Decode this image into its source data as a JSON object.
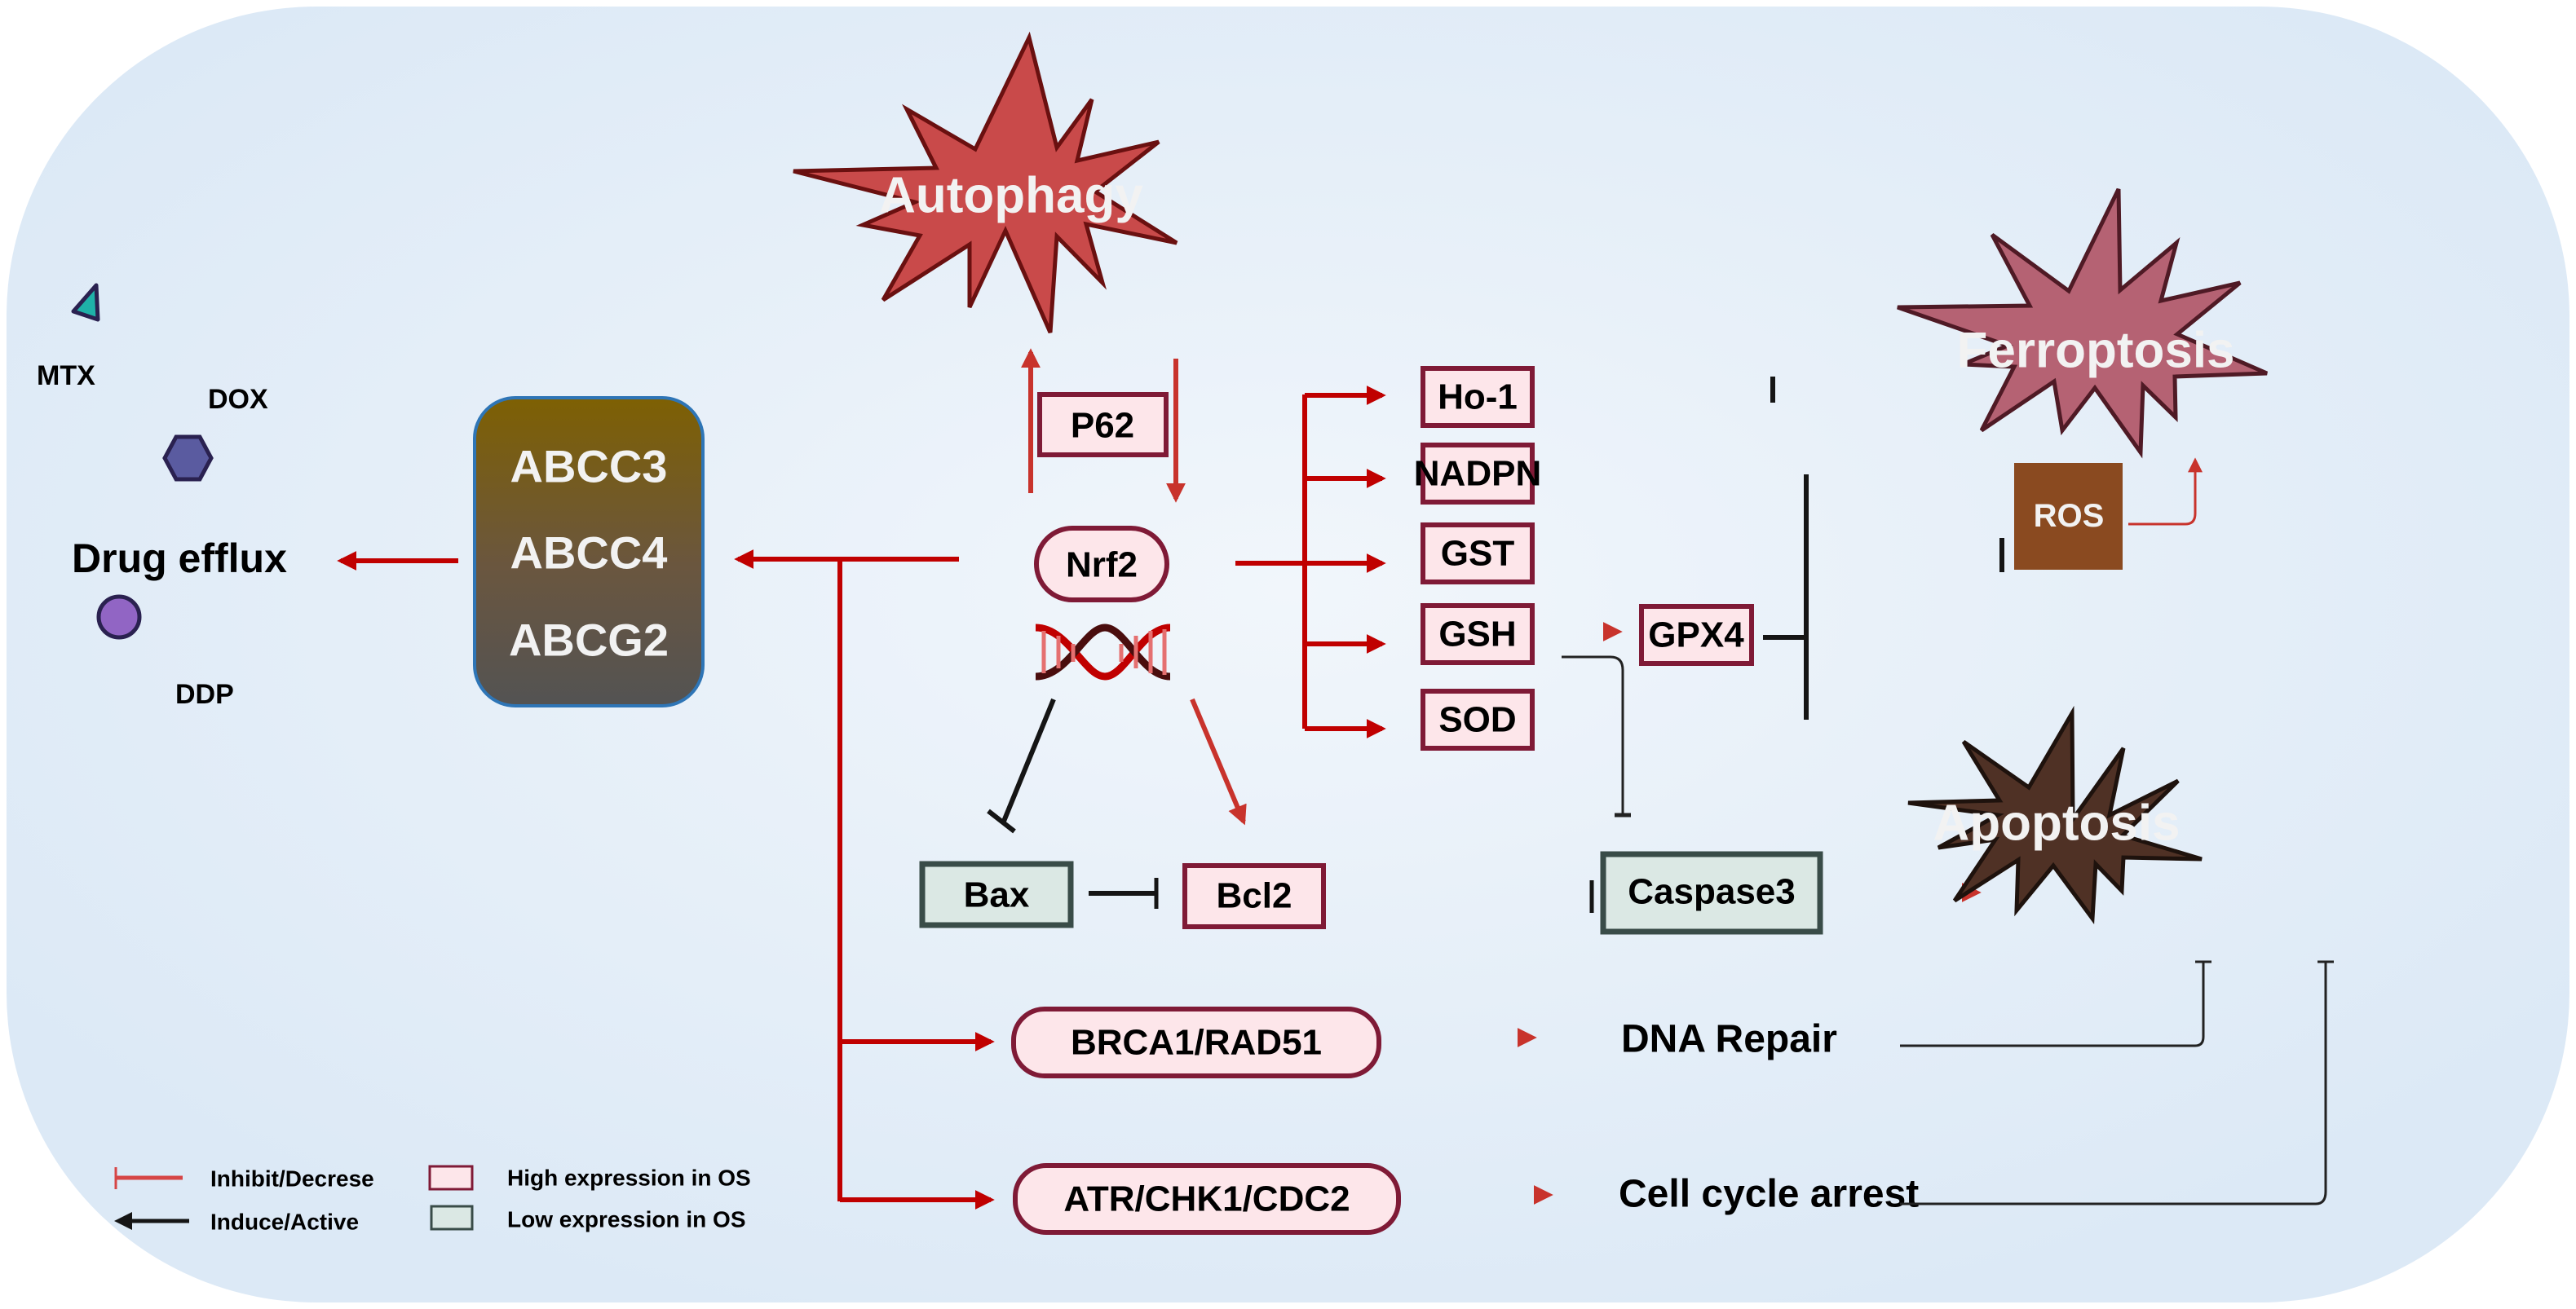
{
  "drugs": [
    {
      "name": "MTX",
      "shape": "triangle",
      "color": "#1fb1a8"
    },
    {
      "name": "DOX",
      "shape": "hexagon",
      "color": "#5a5ba0"
    },
    {
      "name": "DDP",
      "shape": "circle",
      "color": "#9165c4"
    }
  ],
  "drug_efflux_label": "Drug efflux",
  "transporters": [
    "ABCC3",
    "ABCC4",
    "ABCG2"
  ],
  "outcomes": {
    "autophagy": {
      "label": "Autophagy",
      "color": "#c94a4a"
    },
    "ferroptosis": {
      "label": "Ferroptosis",
      "color": "#b56273"
    },
    "apoptosis": {
      "label": "Apoptosis",
      "color": "#4f3125"
    }
  },
  "core": {
    "p62": "P62",
    "nrf2": "Nrf2"
  },
  "antioxidants": [
    "Ho-1",
    "NADPN",
    "GST",
    "GSH",
    "SOD"
  ],
  "gpx4": "GPX4",
  "ros": {
    "label": "ROS",
    "color": "#8a4a20"
  },
  "apoptosis_regulators": {
    "bax": "Bax",
    "bcl2": "Bcl2",
    "caspase3": "Caspase3"
  },
  "dna_pathways": [
    {
      "node": "BRCA1/RAD51",
      "effect": "DNA Repair"
    },
    {
      "node": "ATR/CHK1/CDC2",
      "effect": "Cell cycle arrest"
    }
  ],
  "legend": {
    "inhibit": "Inhibit/Decrese",
    "induce": "Induce/Active",
    "high": "High expression in OS",
    "low": "Low expression in OS"
  },
  "colors": {
    "arrow_red": "#c00000",
    "high_fill": "#fde6ea",
    "high_border": "#7f1a36",
    "low_fill": "#dbe8e4",
    "low_border": "#394c48",
    "background": "#e3eef8"
  }
}
